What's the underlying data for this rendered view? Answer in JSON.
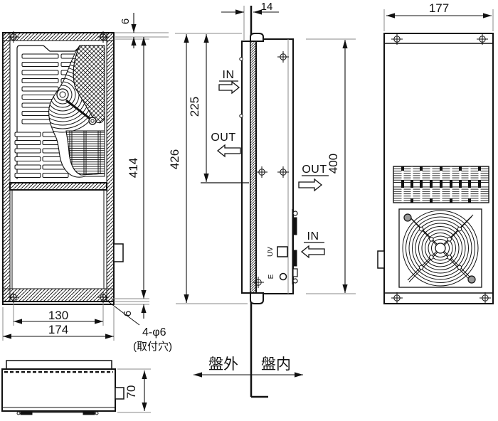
{
  "front_view": {
    "dim_top_gap": "6",
    "dim_cutout_height": "414",
    "dim_bottom_gap": "6",
    "dim_hole_pitch": "130",
    "dim_width": "174",
    "holes_label": "4-φ6",
    "holes_note": "(取付穴)"
  },
  "side_view": {
    "dim_protrusion": "14",
    "dim_duct_height": "225",
    "dim_height": "426",
    "in_top": "IN",
    "out_left": "OUT",
    "out_right": "OUT",
    "in_bottom": "IN",
    "uv_label": "UV",
    "earth_label": "E",
    "panel_outside_label": "盤外",
    "panel_inside_label": "盤内"
  },
  "back_view": {
    "dim_width": "177",
    "dim_body_height": "400"
  },
  "bottom_view": {
    "dim_depth": "70"
  }
}
